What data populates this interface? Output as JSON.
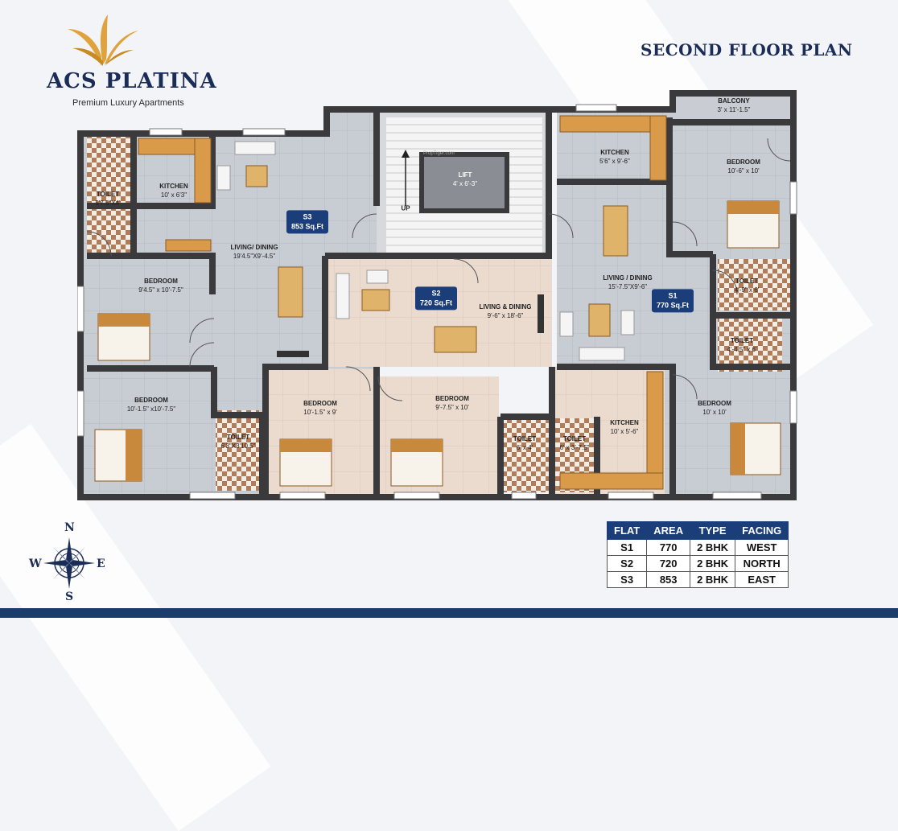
{
  "brand": {
    "name": "ACS PLATINA",
    "tagline": "Premium Luxury Apartments"
  },
  "plan_title": "SECOND FLOOR PLAN",
  "watermark": "PropTiger.com",
  "rooms": [
    {
      "id": "s3_toilet",
      "name": "TOILET",
      "size": "5'7.5\"X4'"
    },
    {
      "id": "s3_kitchen",
      "name": "KITCHEN",
      "size": "10' x 6'3\""
    },
    {
      "id": "s3_living",
      "name": "LIVING/ DINING",
      "size": "19'4.5\"X9'-4.5\""
    },
    {
      "id": "s3_bed1",
      "name": "BEDROOM",
      "size": "9'4.5\" x 10'-7.5\""
    },
    {
      "id": "s3_bed2",
      "name": "BEDROOM",
      "size": "10'-1.5\" x10'-7.5\""
    },
    {
      "id": "s3_toilet2",
      "name": "TOILET",
      "size": "6'3\"X3'10.5\""
    },
    {
      "id": "lift",
      "name": "LIFT",
      "size": "4' x 6'-3\""
    },
    {
      "id": "up",
      "name": "UP",
      "size": ""
    },
    {
      "id": "s2_living",
      "name": "LIVING & DINING",
      "size": "9'-6\" x 18'-6\""
    },
    {
      "id": "s2_bed1",
      "name": "BEDROOM",
      "size": "10'-1.5\" x 9'"
    },
    {
      "id": "s2_bed2",
      "name": "BEDROOM",
      "size": "9'-7.5\" x 10'"
    },
    {
      "id": "s2_toilet1",
      "name": "TOILET",
      "size": "6' x 4'"
    },
    {
      "id": "s2_toilet2",
      "name": "TOILET",
      "size": "6' x 3'-7.5\""
    },
    {
      "id": "s2_kitchen",
      "name": "KITCHEN",
      "size": "10' x 5'-6\""
    },
    {
      "id": "s1_kitchen",
      "name": "KITCHEN",
      "size": "5'6\" x 9'-6\""
    },
    {
      "id": "s1_balcony",
      "name": "BALCONY",
      "size": "3' x 11'-1.5\""
    },
    {
      "id": "s1_bed1",
      "name": "BEDROOM",
      "size": "10'-6\" x 10'"
    },
    {
      "id": "s1_living",
      "name": "LIVING / DINING",
      "size": "15'-7.5\"X9'-6\""
    },
    {
      "id": "s1_toilet1",
      "name": "TOILET",
      "size": "4'-9\" x 6'"
    },
    {
      "id": "s1_toilet2",
      "name": "TOILET",
      "size": "4'-4.5\" x 6'"
    },
    {
      "id": "s1_bed2",
      "name": "BEDROOM",
      "size": "10' x 10'"
    }
  ],
  "unit_tags": {
    "s3": {
      "name": "S3",
      "area": "853 Sq.Ft"
    },
    "s2": {
      "name": "S2",
      "area": "720 Sq.Ft"
    },
    "s1": {
      "name": "S1",
      "area": "770 Sq.Ft"
    }
  },
  "compass": {
    "n": "N",
    "s": "S",
    "e": "E",
    "w": "W"
  },
  "table": {
    "headers": [
      "FLAT",
      "AREA",
      "TYPE",
      "FACING"
    ],
    "rows": [
      [
        "S1",
        "770",
        "2 BHK",
        "WEST"
      ],
      [
        "S2",
        "720",
        "2 BHK",
        "NORTH"
      ],
      [
        "S3",
        "853",
        "2 BHK",
        "EAST"
      ]
    ]
  },
  "colors": {
    "navy": "#1b3d7a",
    "wall": "#3a3a3c",
    "gold": "#e0a23c"
  }
}
